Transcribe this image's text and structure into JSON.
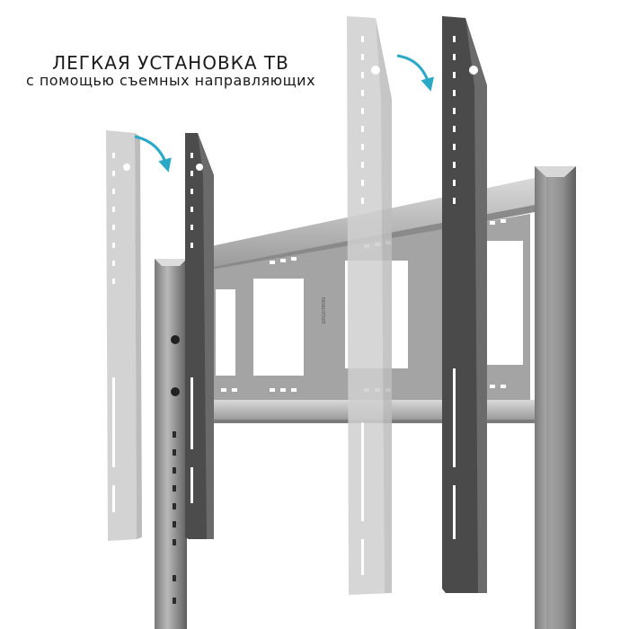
{
  "caption": {
    "title": "ЛЕГКАЯ УСТАНОВКА ТВ",
    "subtitle": "с помощью съемных направляющих"
  },
  "bracket": {
    "label": "ERGOTRON"
  },
  "colors": {
    "steel_light": "#c7c7c7",
    "steel_mid": "#9c9c9c",
    "steel_dark": "#4a4a4a",
    "ghost": "#d4d4d4",
    "arrow": "#2aa9c7"
  }
}
